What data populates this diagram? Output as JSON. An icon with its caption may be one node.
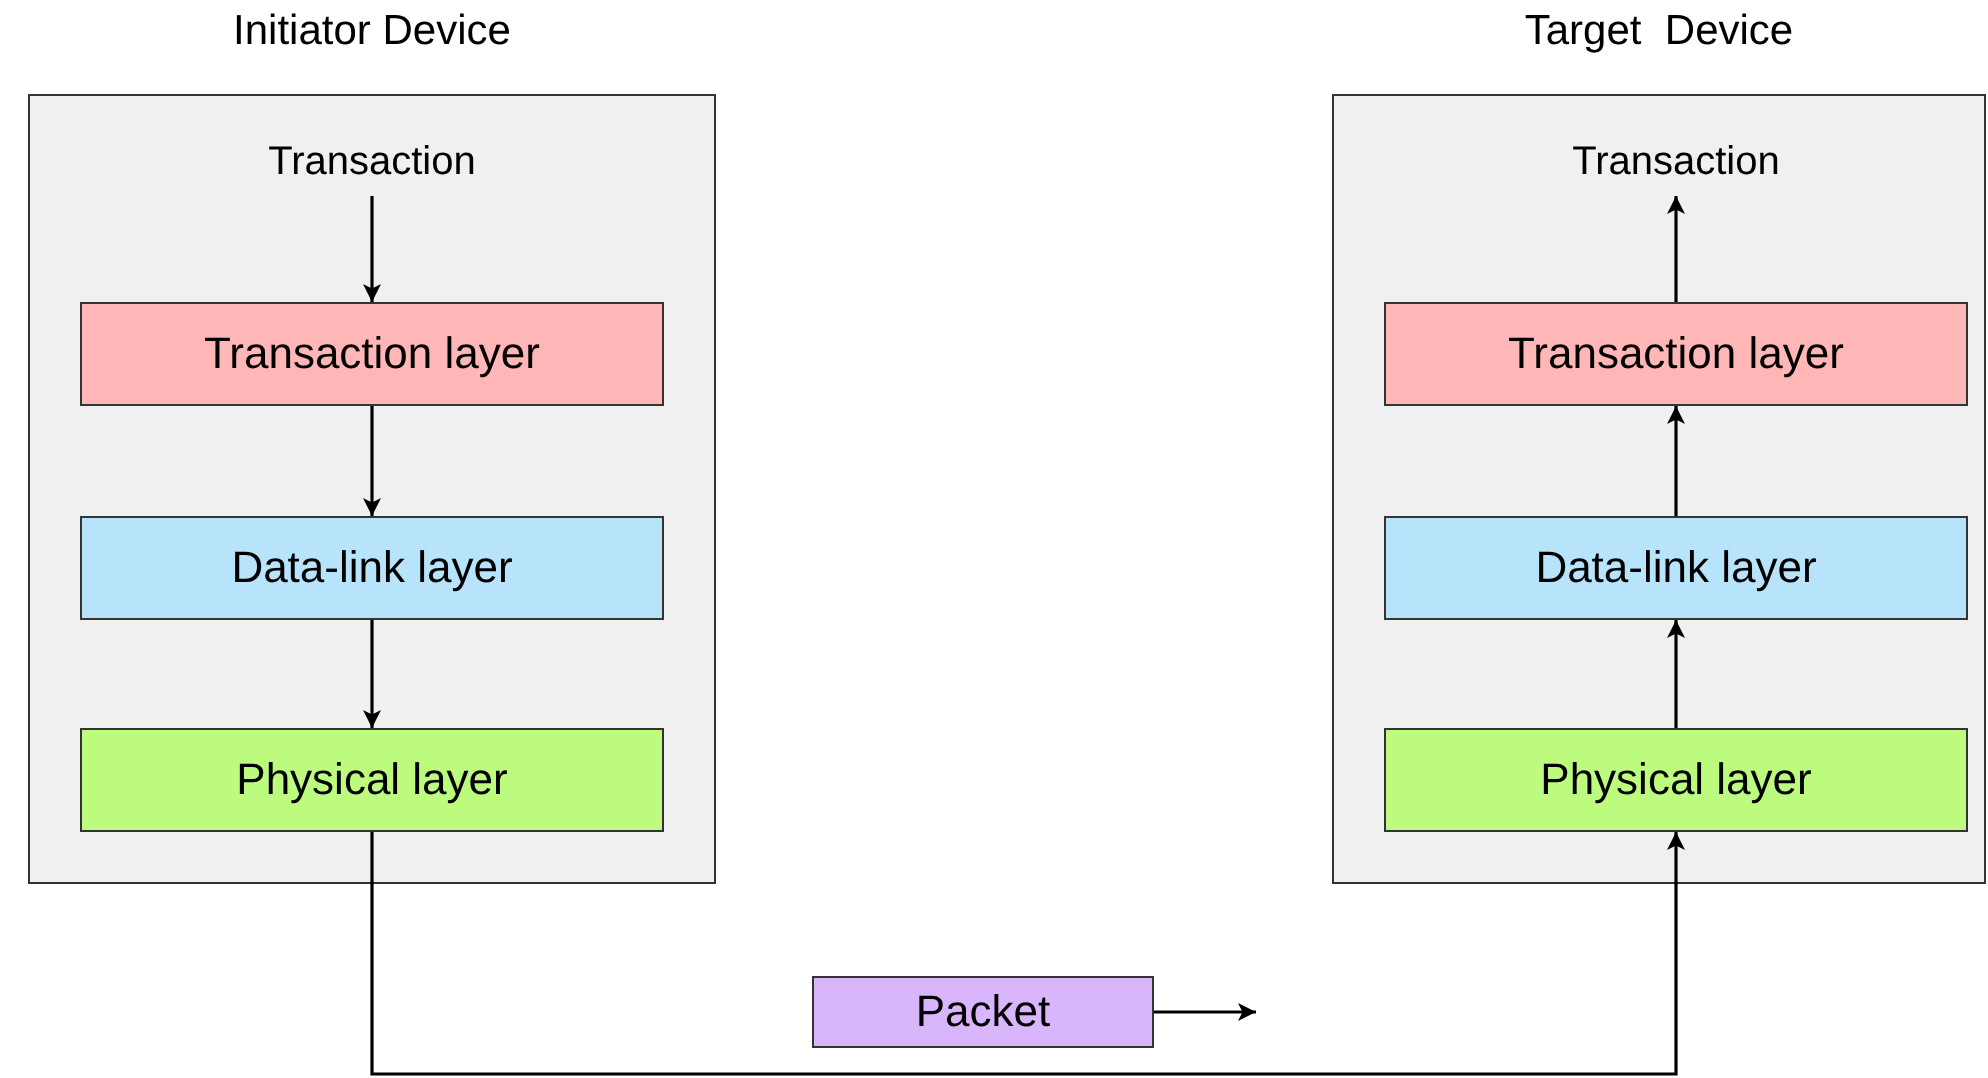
{
  "diagram": {
    "nodes": [
      {
        "text": [
          "Initiator Device"
        ]
      },
      {
        "text": [
          "Transaction"
        ],
        "in": 0
      },
      {
        "text": [
          "Transaction layer"
        ],
        "in": 0
      },
      {
        "text": [
          "Data-link layer"
        ],
        "in": 0
      },
      {
        "text": [
          "Physical layer"
        ],
        "in": 0
      },
      {
        "text": [
          "Target  Device"
        ]
      },
      {
        "text": [
          "Transaction"
        ],
        "in": 5
      },
      {
        "text": [
          "Transaction layer"
        ],
        "in": 5
      },
      {
        "text": [
          "Data-link layer"
        ],
        "in": 5
      },
      {
        "text": [
          "Physical layer"
        ],
        "in": 5
      },
      {
        "text": [
          "Packet"
        ]
      }
    ],
    "edges": [
      {
        "from": 1,
        "to": 2,
        "arrow": "to"
      },
      {
        "from": 2,
        "to": 3,
        "arrow": "to"
      },
      {
        "from": 3,
        "to": 4,
        "arrow": "to"
      },
      {
        "from": 4,
        "to": 9,
        "arrow": "to"
      },
      {
        "from": 9,
        "to": 8,
        "arrow": "to"
      },
      {
        "from": 8,
        "to": 7,
        "arrow": "to"
      },
      {
        "from": 7,
        "to": 6,
        "arrow": "to"
      },
      {
        "from": 10,
        "to": null,
        "arrow": "to"
      }
    ]
  }
}
